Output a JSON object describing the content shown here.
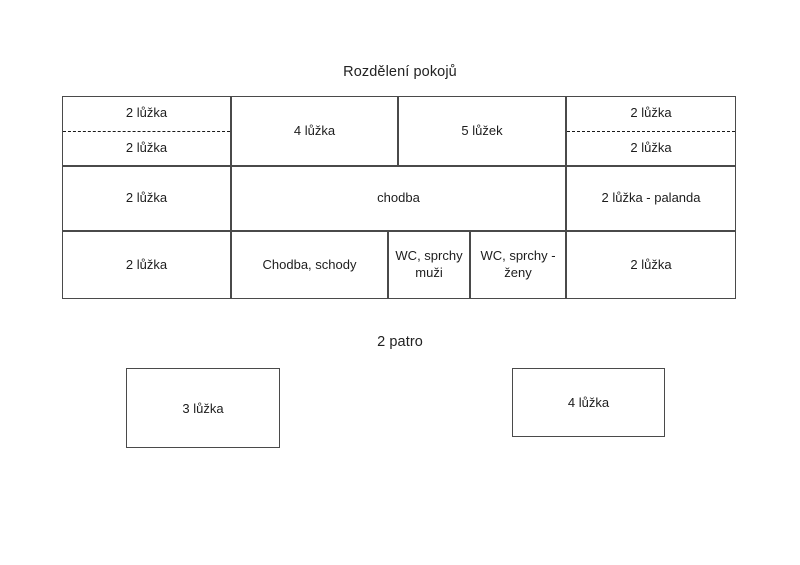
{
  "document": {
    "floor1_title": "Rozdělení pokojů",
    "floor2_title": "2 patro"
  },
  "colors": {
    "page_background": "#ffffff",
    "line": "#4a4a4a",
    "text": "#1d1d1d",
    "dashed_line": "#1a1a1a"
  },
  "plan": {
    "row1": {
      "cell1_top": "2 lůžka",
      "cell1_bottom": "2 lůžka",
      "cell2": "4 lůžka",
      "cell3": "5 lůžek",
      "cell4_top": "2 lůžka",
      "cell4_bottom": "2 lůžka"
    },
    "row2": {
      "cell1": "2 lůžka",
      "cell2": "chodba",
      "cell3": "2 lůžka - palanda"
    },
    "row3": {
      "cell1": "2 lůžka",
      "cell2": "Chodba, schody",
      "cell3": "WC, sprchy muži",
      "cell4": "WC, sprchy - ženy",
      "cell5": "2 lůžka"
    }
  },
  "floor2": {
    "room_left": "3 lůžka",
    "room_right": "4 lůžka"
  }
}
